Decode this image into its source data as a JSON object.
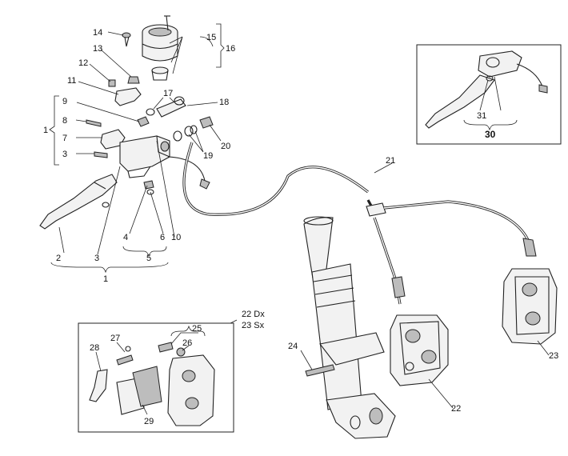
{
  "callouts": {
    "c1": "1",
    "c2": "2",
    "c3": "3",
    "c4": "4",
    "c5": "5",
    "c6": "6",
    "c7": "7",
    "c8": "8",
    "c9": "9",
    "c10": "10",
    "c11": "11",
    "c12": "12",
    "c13": "13",
    "c14": "14",
    "c15": "15",
    "c16": "16",
    "c17": "17",
    "c18": "18",
    "c19": "19",
    "c20": "20",
    "c21": "21",
    "c22": "22",
    "c23": "23",
    "c24": "24",
    "c25": "25",
    "c26": "26",
    "c27": "27",
    "c28": "28",
    "c29": "29",
    "c30": "30",
    "c31": "31"
  },
  "caliper_note": {
    "line1": "22 Dx",
    "line2": "23 Sx"
  }
}
